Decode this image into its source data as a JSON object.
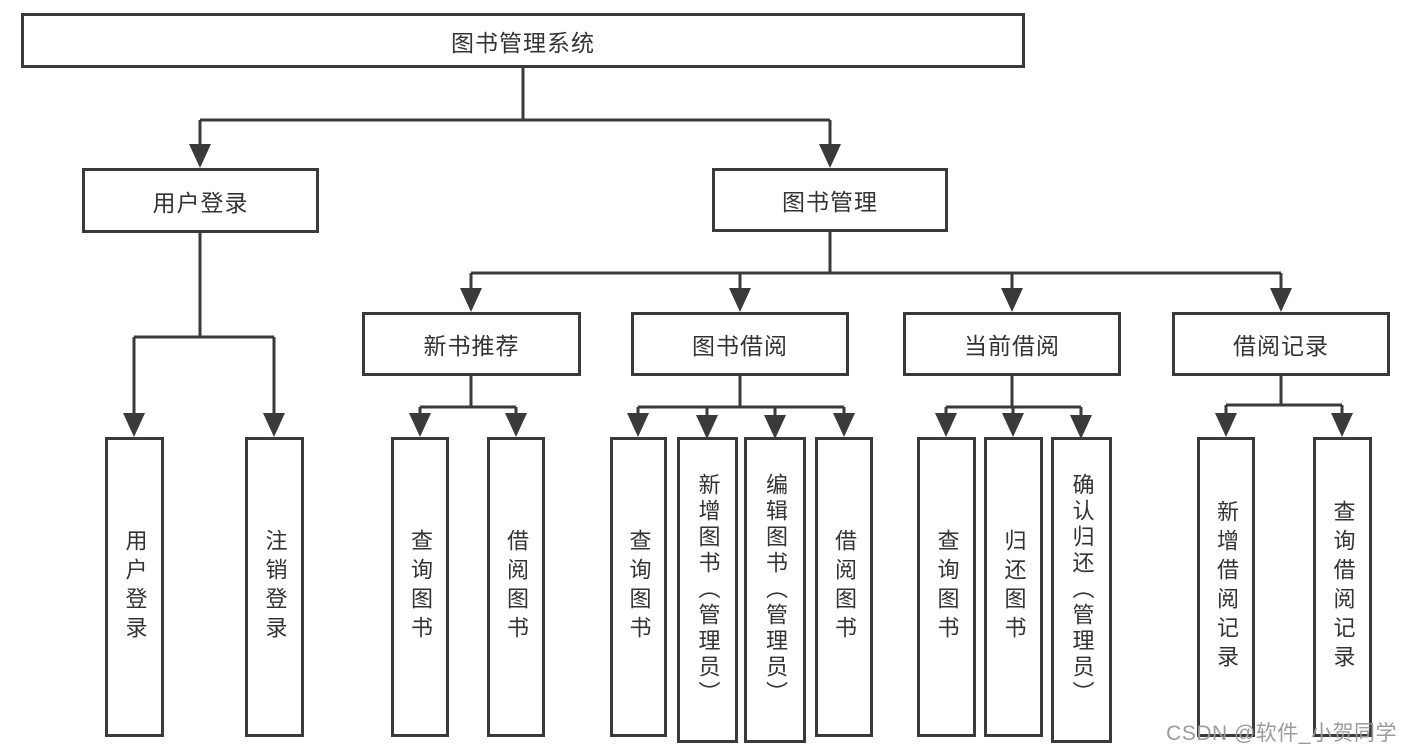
{
  "colors": {
    "line": "#3a3a3a",
    "text": "#333333",
    "watermark": "#9b9b9b",
    "background": "#ffffff"
  },
  "watermark": "CSDN @软件_小贺同学",
  "tree": {
    "root": {
      "label": "图书管理系统"
    },
    "login": {
      "label": "用户登录",
      "children": [
        {
          "label": "用户登录"
        },
        {
          "label": "注销登录"
        }
      ]
    },
    "mgmt": {
      "label": "图书管理",
      "children": [
        {
          "label": "新书推荐",
          "children": [
            {
              "label": "查询图书"
            },
            {
              "label": "借阅图书"
            }
          ]
        },
        {
          "label": "图书借阅",
          "children": [
            {
              "label": "查询图书"
            },
            {
              "label": "新增图书（管理员）"
            },
            {
              "label": "编辑图书（管理员）"
            },
            {
              "label": "借阅图书"
            }
          ]
        },
        {
          "label": "当前借阅",
          "children": [
            {
              "label": "查询图书"
            },
            {
              "label": "归还图书"
            },
            {
              "label": "确认归还（管理员）"
            }
          ]
        },
        {
          "label": "借阅记录",
          "children": [
            {
              "label": "新增借阅记录"
            },
            {
              "label": "查询借阅记录"
            }
          ]
        }
      ]
    }
  }
}
